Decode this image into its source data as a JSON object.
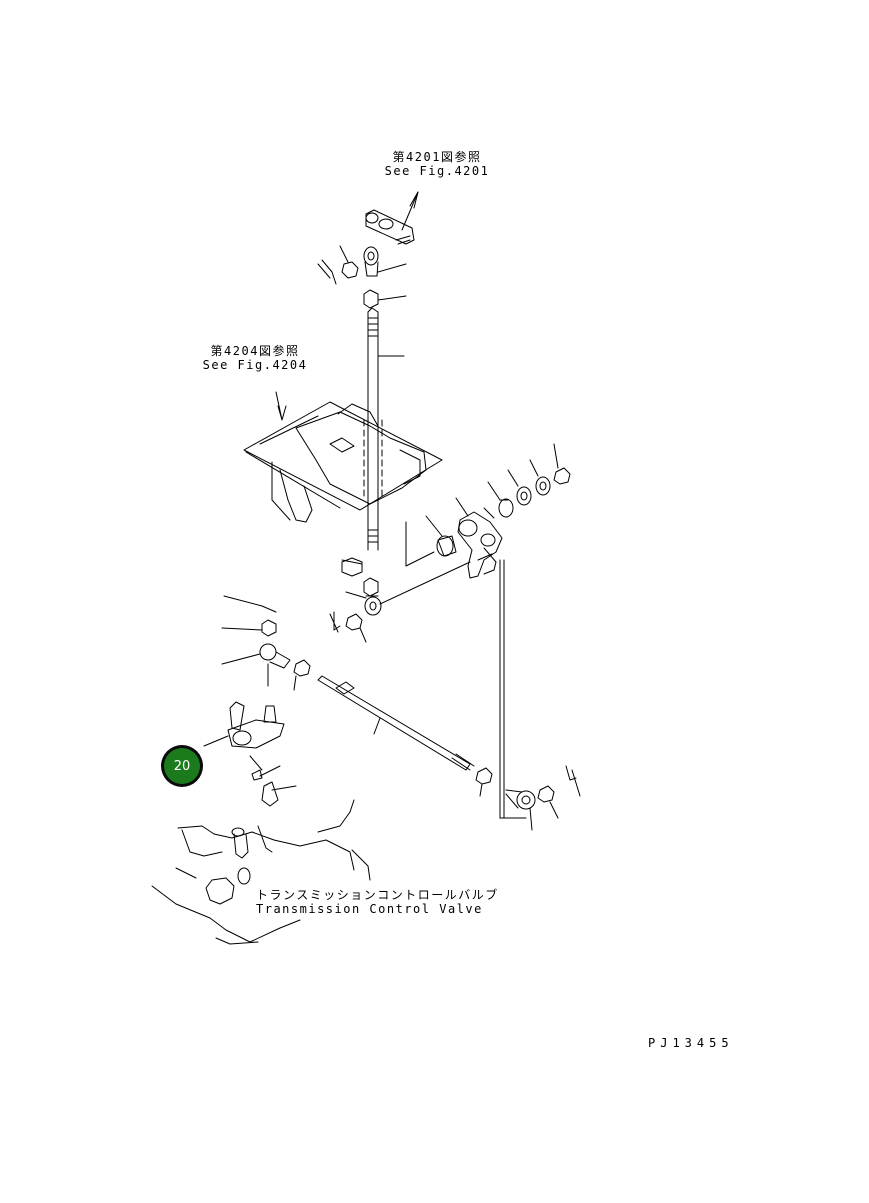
{
  "references": {
    "fig_4201": {
      "jp": "第4201図参照",
      "en": "See Fig.4201"
    },
    "fig_4204": {
      "jp": "第4204図参照",
      "en": "See Fig.4204"
    }
  },
  "valve_label": {
    "jp": "トランスミッションコントロールバルブ",
    "en": "Transmission Control Valve"
  },
  "callout": {
    "number": "20",
    "color": "#1b7a1b"
  },
  "drawing_code": "PJ13455",
  "colors": {
    "line": "#000000",
    "background": "#ffffff",
    "callout_fill": "#1b7a1b"
  }
}
